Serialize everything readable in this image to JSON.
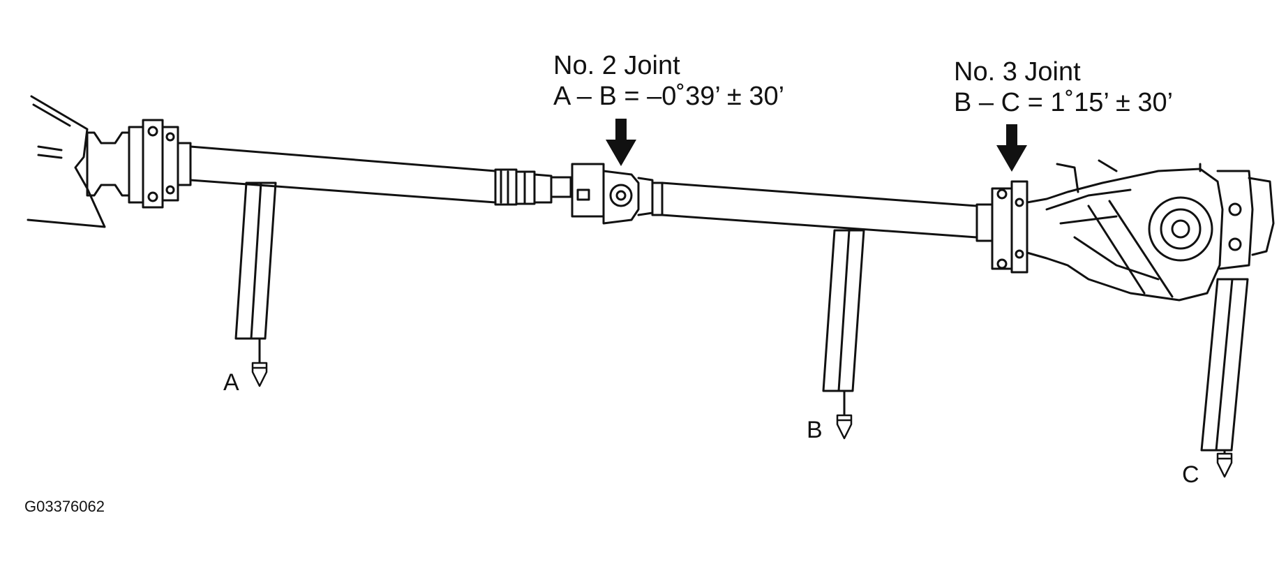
{
  "joints": [
    {
      "title": "No. 2 Joint",
      "equation": "A – B  =  –0˚39’ ± 30’"
    },
    {
      "title": "No. 3 Joint",
      "equation": "B – C =  1˚15’ ± 30’"
    }
  ],
  "points": {
    "a": "A",
    "b": "B",
    "c": "C"
  },
  "figure_id": "G03376062",
  "colors": {
    "line": "#111111",
    "background": "#ffffff"
  },
  "icons": [
    "down-arrow-icon",
    "plumb-bob-icon"
  ]
}
